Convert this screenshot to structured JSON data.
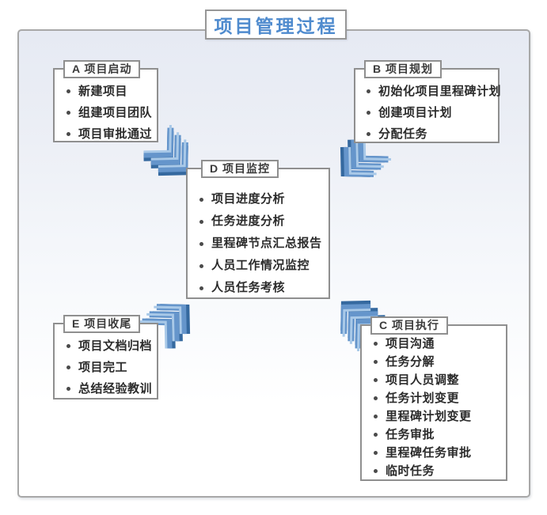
{
  "title": "项目管理过程",
  "colors": {
    "accent": "#4f8bce",
    "arrow-main": "#6595cb",
    "arrow-hilite": "#a9c9e8",
    "arrow-shadow": "#35699f",
    "box-border": "#8f8f8f",
    "outer-border": "#a8a8a8",
    "text": "#2b2b2b"
  },
  "boxes": {
    "a": {
      "label": "A 项目启动",
      "items": [
        "新建项目",
        "组建项目团队",
        "项目审批通过"
      ]
    },
    "b": {
      "label": "B 项目规划",
      "items": [
        "初始化项目里程碑计划",
        "创建项目计划",
        "分配任务"
      ]
    },
    "d": {
      "label": "D 项目监控",
      "items": [
        "项目进度分析",
        "任务进度分析",
        "里程碑节点汇总报告",
        "人员工作情况监控",
        "人员任务考核"
      ]
    },
    "e": {
      "label": "E 项目收尾",
      "items": [
        "项目文档归档",
        "项目完工",
        "总结经验教训"
      ]
    },
    "c": {
      "label": "C 项目执行",
      "items": [
        "项目沟通",
        "任务分解",
        "项目人员调整",
        "任务计划变更",
        "里程碑计划变更",
        "任务审批",
        "里程碑任务审批",
        "临时任务"
      ]
    }
  },
  "arrows": [
    {
      "name": "arrow-a-to-center",
      "from": "A",
      "to": "D",
      "direction": "down-right"
    },
    {
      "name": "arrow-b-to-center",
      "from": "B",
      "to": "D",
      "direction": "down-left"
    },
    {
      "name": "arrow-e-to-center",
      "from": "E",
      "to": "D",
      "direction": "up-right"
    },
    {
      "name": "arrow-c-to-center",
      "from": "C",
      "to": "D",
      "direction": "up-left"
    }
  ]
}
